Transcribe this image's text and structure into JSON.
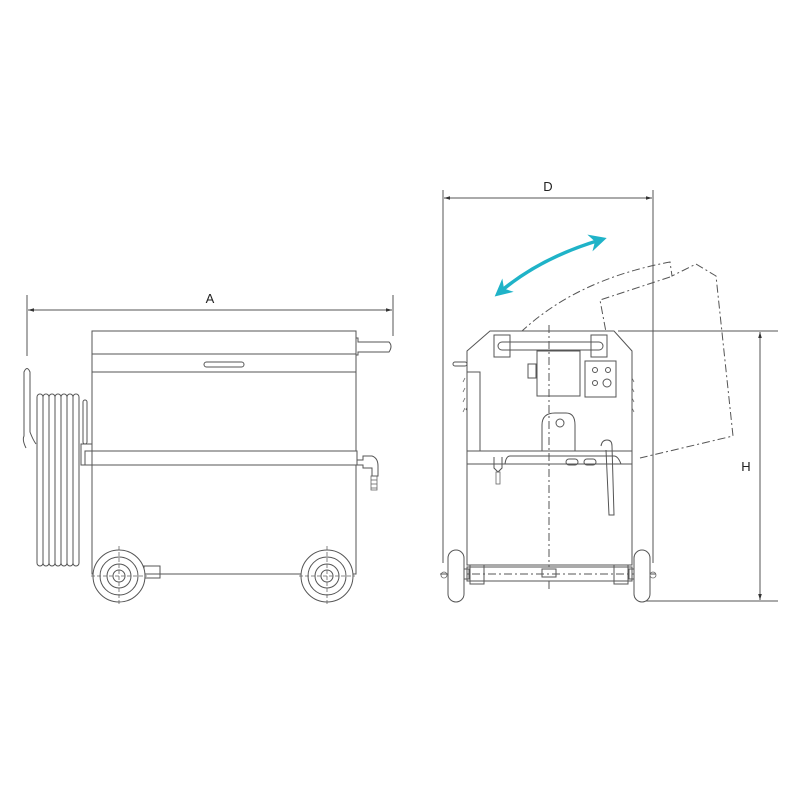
{
  "diagram": {
    "type": "technical-drawing",
    "subject": "mobile wheeled cart unit with hose reel",
    "views": [
      {
        "id": "side-view",
        "description": "side elevation with hose reel on left, two wheels"
      },
      {
        "id": "front-view",
        "description": "front elevation with tilting cover shown dashed"
      }
    ],
    "dimensions": {
      "width_label": "A",
      "depth_label": "D",
      "height_label": "H"
    },
    "tilt_arrow": {
      "meaning": "cover swings open / closed",
      "color": "#1fb3c8"
    },
    "colors": {
      "line": "#555555",
      "background": "#ffffff",
      "accent": "#1fb3c8"
    }
  }
}
